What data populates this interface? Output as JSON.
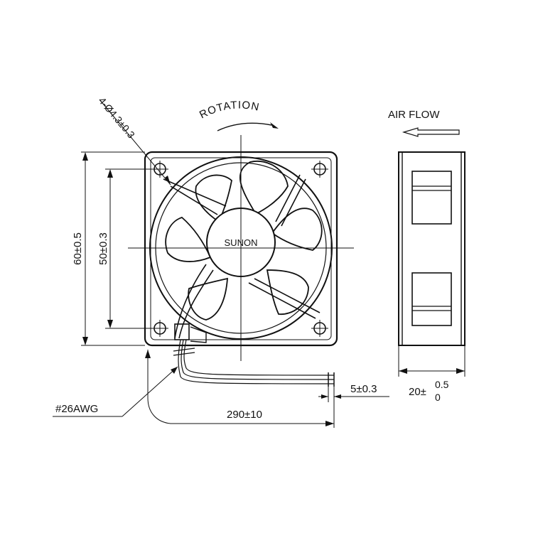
{
  "labels": {
    "mounting_holes": "4-Ø4.3±0.3",
    "rotation": "ROTATION",
    "air_flow": "AIR FLOW",
    "brand": "SUNON",
    "height_outer": "60±0.5",
    "height_holes": "50±0.3",
    "wire_gauge": "#26AWG",
    "wire_length": "290±10",
    "strip_length": "5±0.3",
    "depth_main": "20±",
    "depth_upper": "0.5",
    "depth_lower": "0"
  }
}
